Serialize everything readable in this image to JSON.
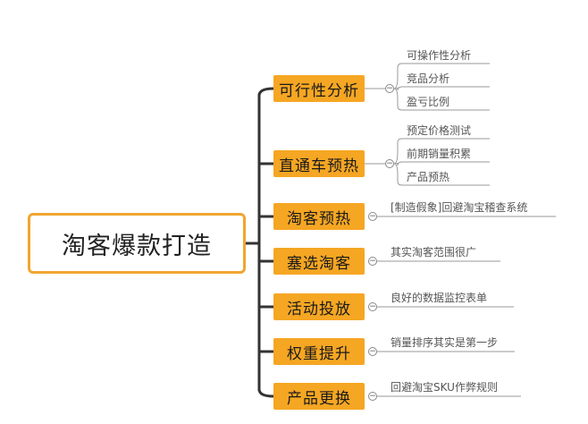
{
  "root": {
    "label": "淘客爆款打造"
  },
  "branches": [
    {
      "label": "可行性分析",
      "leaves": [
        "可操作性分析",
        "竞品分析",
        "盈亏比例"
      ]
    },
    {
      "label": "直通车预热",
      "leaves": [
        "预定价格测试",
        "前期销量积累",
        "产品预热"
      ]
    },
    {
      "label": "淘客预热",
      "leaves": [
        "[制造假象]回避淘宝稽查系统"
      ]
    },
    {
      "label": "塞选淘客",
      "leaves": [
        "其实淘客范围很广"
      ]
    },
    {
      "label": "活动投放",
      "leaves": [
        "良好的数据监控表单"
      ]
    },
    {
      "label": "权重提升",
      "leaves": [
        "销量排序其实是第一步"
      ]
    },
    {
      "label": "产品更换",
      "leaves": [
        "回避淘宝SKU作弊规则"
      ]
    }
  ],
  "collapse_symbol": "−",
  "colors": {
    "branch_fill": "#f5a623",
    "root_border": "#f0a631",
    "trunk": "#333333",
    "leaf_line": "#999999"
  }
}
